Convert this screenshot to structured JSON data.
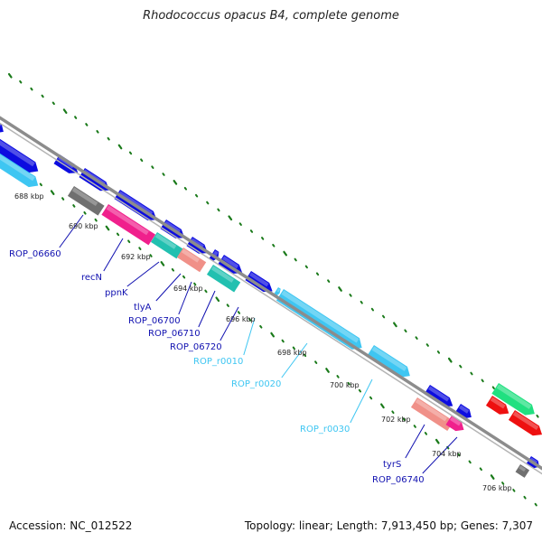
{
  "header": {
    "title": "Rhodococcus opacus B4, complete genome"
  },
  "footer": {
    "accession": "Accession: NC_012522",
    "summary": "Topology: linear; Length: 7,913,450 bp; Genes: 7,307"
  },
  "colors": {
    "backbone": "#8c8c8c",
    "tick_dots": "#1a7a1a",
    "cds_blue": "#0c0ce0",
    "rna_lightblue": "#3ec6f2",
    "gene_pink": "#f0208c",
    "gene_teal": "#22c0b0",
    "gene_salmon": "#f09088",
    "gene_gray": "#707070",
    "gene_red": "#ee1010",
    "gene_green": "#20e080",
    "label_cds": "#1010b0",
    "label_rna": "#3ec6f2",
    "ruler_text": "#222222"
  },
  "ruler": {
    "ticks": [
      "688 kbp",
      "690 kbp",
      "692 kbp",
      "694 kbp",
      "696 kbp",
      "698 kbp",
      "700 kbp",
      "702 kbp",
      "704 kbp",
      "706 kbp"
    ]
  },
  "genes": [
    {
      "name": "ROP_06660",
      "kind": "cds"
    },
    {
      "name": "recN",
      "kind": "cds"
    },
    {
      "name": "ppnK",
      "kind": "cds"
    },
    {
      "name": "tlyA",
      "kind": "cds"
    },
    {
      "name": "ROP_06700",
      "kind": "cds"
    },
    {
      "name": "ROP_06710",
      "kind": "cds"
    },
    {
      "name": "ROP_06720",
      "kind": "cds"
    },
    {
      "name": "ROP_r0010",
      "kind": "rna"
    },
    {
      "name": "ROP_r0020",
      "kind": "rna"
    },
    {
      "name": "ROP_r0030",
      "kind": "rna"
    },
    {
      "name": "tyrS",
      "kind": "cds"
    },
    {
      "name": "ROP_06740",
      "kind": "cds"
    }
  ]
}
